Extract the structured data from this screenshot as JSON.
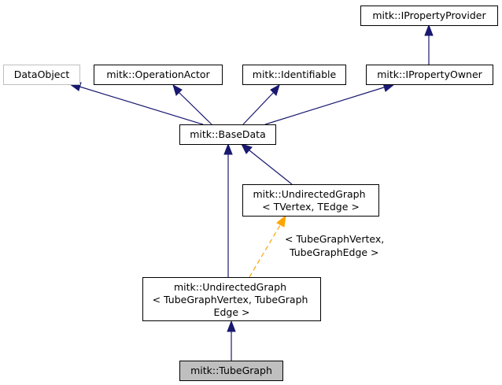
{
  "diagram": {
    "nodes": {
      "iproperty_provider": {
        "lines": [
          "mitk::IPropertyProvider"
        ]
      },
      "data_object": {
        "lines": [
          "DataObject"
        ]
      },
      "operation_actor": {
        "lines": [
          "mitk::OperationActor"
        ]
      },
      "identifiable": {
        "lines": [
          "mitk::Identifiable"
        ]
      },
      "iproperty_owner": {
        "lines": [
          "mitk::IPropertyOwner"
        ]
      },
      "base_data": {
        "lines": [
          "mitk::BaseData"
        ]
      },
      "undirected_graph_template": {
        "lines": [
          "mitk::UndirectedGraph",
          "< TVertex, TEdge >"
        ]
      },
      "undirected_graph_instance": {
        "lines": [
          "mitk::UndirectedGraph",
          "< TubeGraphVertex, TubeGraph",
          "Edge >"
        ]
      },
      "tube_graph": {
        "lines": [
          "mitk::TubeGraph"
        ]
      }
    },
    "edge_labels": {
      "template_binding": [
        "< TubeGraphVertex,",
        "TubeGraphEdge >"
      ]
    },
    "colors": {
      "inheritance_edge": "#191970",
      "template_edge": "#ffa500",
      "current_node_fill": "#bfbfbf",
      "external_node_border": "#bfbfbf"
    }
  }
}
